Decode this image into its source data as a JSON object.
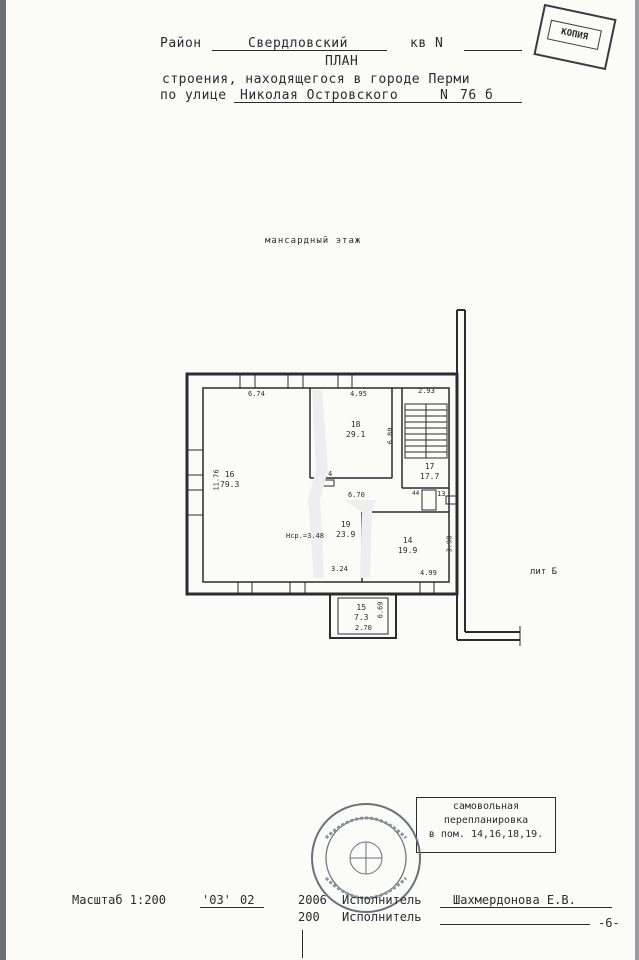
{
  "header": {
    "district_prefix": "Район",
    "district_value": "Свердловский",
    "apartment_prefix": "кв N",
    "plan_title": "ПЛАН",
    "building_line": "строения, находящегося в городе Перми",
    "street_prefix": "по улице",
    "street_value": "Николая Островского",
    "number_prefix": "N",
    "number_value": "76 б"
  },
  "floor_title": "мансардный этаж",
  "corner_stamp_text": "КОПИЯ",
  "lit_label": "лит Б",
  "rooms": [
    {
      "id": "16",
      "area": "79.3"
    },
    {
      "id": "18",
      "area": "29.1"
    },
    {
      "id": "17",
      "area": "17.7"
    },
    {
      "id": "13",
      "area": ""
    },
    {
      "id": "19",
      "area": "23.9"
    },
    {
      "id": "14",
      "area": "19.9"
    },
    {
      "id": "15",
      "area": "7.3"
    }
  ],
  "dimensions": {
    "d_top_left": "6.74",
    "d_top_mid": "4.95",
    "d_top_right": "2.93",
    "d_left": "11.76",
    "d_mid_vert": "6.80",
    "d_center": "6.70",
    "d_small_4": "4",
    "d_small_44": "44",
    "d_right_vert": "3.98",
    "d_bottom_mid": "3.24",
    "d_bottom_right": "4.99",
    "d_porch_vert": "6.69",
    "d_porch_bottom": "2.70",
    "height_label": "Нср.=3.48"
  },
  "note": {
    "line1": "самовольная",
    "line2": "перепланировка",
    "line3": "в пом. 14,16,18,19."
  },
  "footer": {
    "scale_label": "Масштаб 1:200",
    "date_day": "'03'",
    "date_month": "02",
    "year1": "2006",
    "executor1_label": "Исполнитель",
    "executor1_name": "Шахмердонова Е.В.",
    "year2": "200",
    "executor2_label": "Исполнитель",
    "page_number": "-6-"
  }
}
